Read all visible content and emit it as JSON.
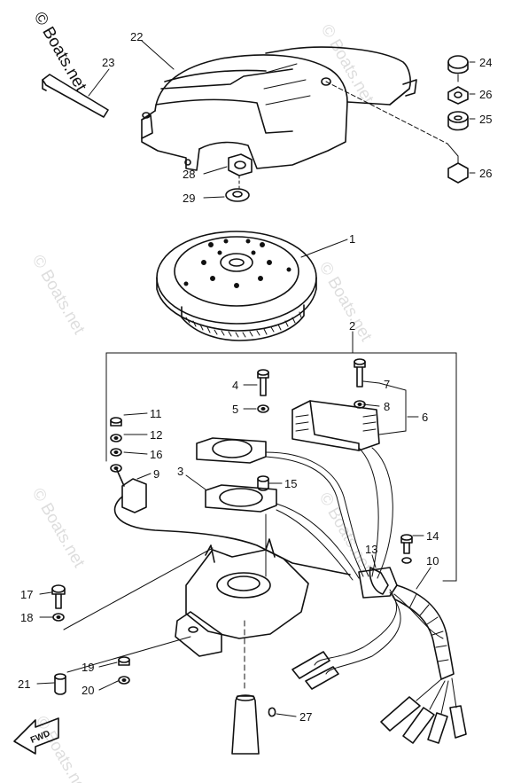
{
  "watermark": {
    "main": "© Boats.net",
    "repeats": [
      "© Boats.net",
      "© Boats.net",
      "© Boats.net",
      "© Boats.net",
      "© Boats.net",
      "© Boats.net"
    ]
  },
  "fwd_label": "FWD",
  "callouts": {
    "c1": "1",
    "c2": "2",
    "c3": "3",
    "c4": "4",
    "c5": "5",
    "c6": "6",
    "c7": "7",
    "c8": "8",
    "c9": "9",
    "c10": "10",
    "c11": "11",
    "c12": "12",
    "c13": "13",
    "c14": "14",
    "c15": "15",
    "c16": "16",
    "c17": "17",
    "c18": "18",
    "c19": "19",
    "c20": "20",
    "c21": "21",
    "c22": "22",
    "c23": "23",
    "c24": "24",
    "c25": "25",
    "c26a": "26",
    "c26b": "26",
    "c27": "27",
    "c28": "28",
    "c29": "29"
  }
}
